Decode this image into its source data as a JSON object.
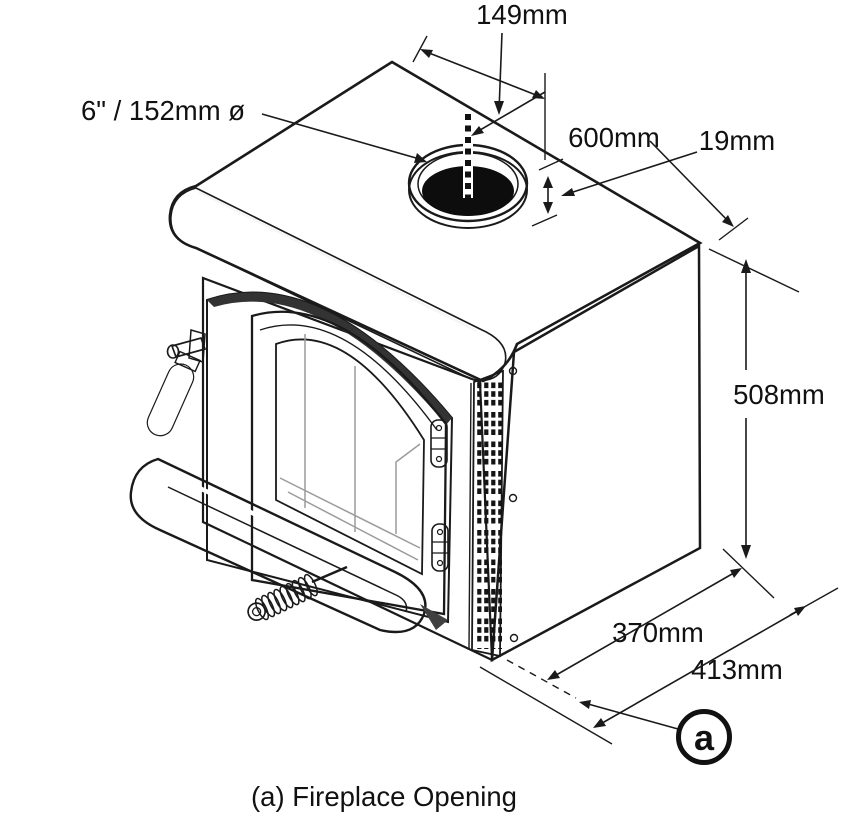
{
  "figure": {
    "caption": "(a) Fireplace Opening",
    "marker_label": "a"
  },
  "dimensions": {
    "flue_diameter": "6\" / 152mm ø",
    "flue_offset_from_back": "149mm",
    "top_depth": "600mm",
    "collar_height": "19mm",
    "body_height": "508mm",
    "body_depth": "370mm",
    "overall_depth": "413mm"
  },
  "colors": {
    "outline": "#1a1a1a",
    "deck": "#c9c9c9",
    "side_panel": "#b7b7b7",
    "front_panel": "#c6c6c6",
    "door": "#d4d4d4",
    "glass": "#f6f6f6",
    "lip": "#d8d8d8",
    "handle_grip": "#141414",
    "flue_hole": "#0d0d0d",
    "background": "#ffffff"
  }
}
